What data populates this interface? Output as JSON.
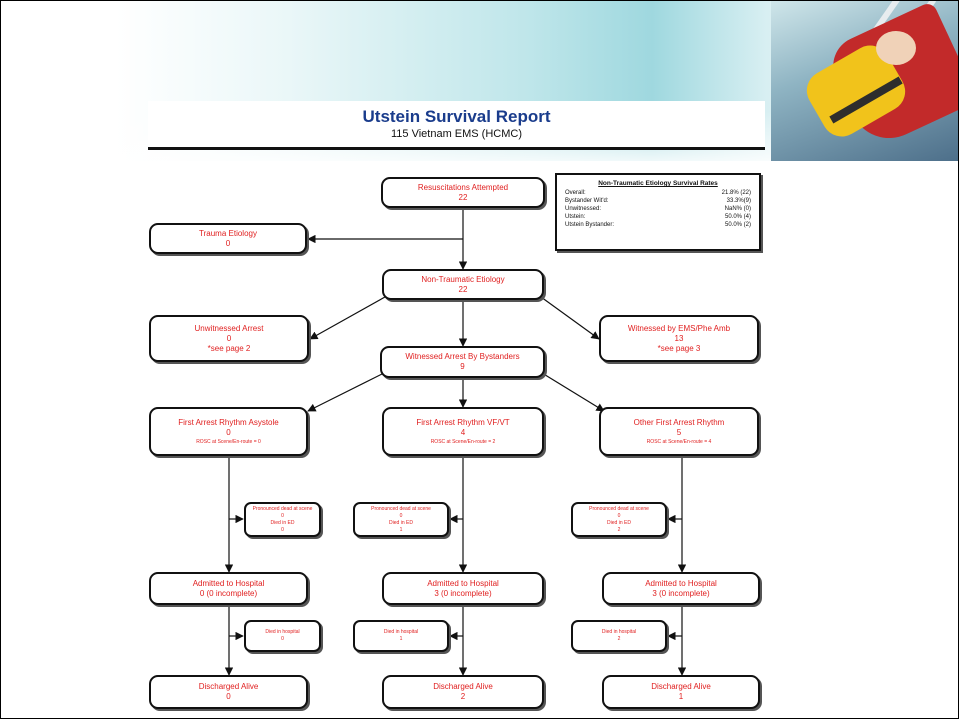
{
  "report": {
    "title": "Utstein Survival Report",
    "subtitle": "115 Vietnam EMS (HCMC)"
  },
  "rates_box": {
    "title": "Non-Traumatic Etiology Survival Rates",
    "rows": [
      {
        "label": "Overall:",
        "value": "21.8% (22)"
      },
      {
        "label": "Bystander Wit'd:",
        "value": "33.3%(9)"
      },
      {
        "label": "Unwitnessed:",
        "value": "NaN% (0)"
      },
      {
        "label": "Utstein:",
        "value": "50.0% (4)"
      },
      {
        "label": "Utstein Bystander:",
        "value": "50.0% (2)"
      }
    ]
  },
  "nodes": {
    "resus": {
      "label": "Resuscitations Attempted",
      "value": "22"
    },
    "trauma": {
      "label": "Trauma Etiology",
      "value": "0"
    },
    "nontrauma": {
      "label": "Non-Traumatic Etiology",
      "value": "22"
    },
    "unwitnessed": {
      "label": "Unwitnessed Arrest",
      "value": "0",
      "note": "*see page 2"
    },
    "ems_witnessed": {
      "label": "Witnessed by EMS/Phe Amb",
      "value": "13",
      "note": "*see page 3"
    },
    "bystander": {
      "label": "Witnessed Arrest By Bystanders",
      "value": "9"
    },
    "asystole": {
      "label": "First Arrest Rhythm Asystole",
      "value": "0",
      "note": "ROSC at Scene/En-route = 0"
    },
    "vfvt": {
      "label": "First Arrest Rhythm VF/VT",
      "value": "4",
      "note": "ROSC at Scene/En-route = 2"
    },
    "other": {
      "label": "Other First Arrest Rhythm",
      "value": "5",
      "note": "ROSC at Scene/En-route = 4"
    },
    "dead_asys": {
      "label": "Pronounced dead at scene",
      "value": "0",
      "label2": "Died in ED",
      "value2": "0"
    },
    "dead_vf": {
      "label": "Pronounced dead at scene",
      "value": "0",
      "label2": "Died in ED",
      "value2": "1"
    },
    "dead_other": {
      "label": "Pronounced dead at scene",
      "value": "0",
      "label2": "Died in ED",
      "value2": "2"
    },
    "adm_asys": {
      "label": "Admitted to Hospital",
      "value": "0 (0 incomplete)"
    },
    "adm_vf": {
      "label": "Admitted to Hospital",
      "value": "3 (0 incomplete)"
    },
    "adm_other": {
      "label": "Admitted to Hospital",
      "value": "3 (0 incomplete)"
    },
    "dih_asys": {
      "label": "Died in hospital",
      "value": "0"
    },
    "dih_vf": {
      "label": "Died in hospital",
      "value": "1"
    },
    "dih_other": {
      "label": "Died in hospital",
      "value": "2"
    },
    "dis_asys": {
      "label": "Discharged Alive",
      "value": "0"
    },
    "dis_vf": {
      "label": "Discharged Alive",
      "value": "2"
    },
    "dis_other": {
      "label": "Discharged Alive",
      "value": "1"
    }
  },
  "colors": {
    "node_text": "#e02020",
    "title": "#1a3c8c",
    "border": "#111111"
  },
  "decoration": {
    "banner_photo": "ambulance-stretcher-photo"
  }
}
